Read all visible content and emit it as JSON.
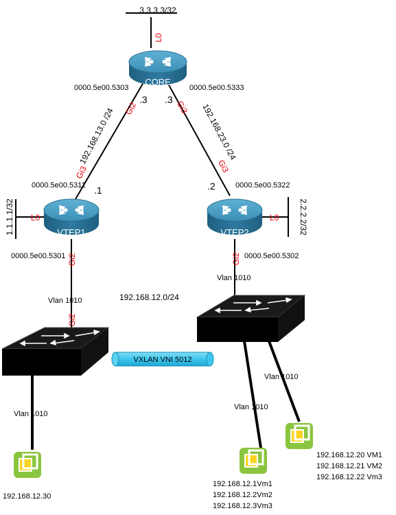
{
  "core": {
    "name": "CORE",
    "loopback_ip": "3.3.3.3/32",
    "loopback_if": "L0",
    "mac_left": "0000.5e00.5303",
    "mac_right": "0000.5e00.5333",
    "if_left": "Gi2",
    "if_right": "Gi3",
    "host_left": ".3",
    "host_right": ".3"
  },
  "links": {
    "left_subnet": "192.168.13.0 /24",
    "right_subnet": "192.168.23.0 /24",
    "lan_subnet": "192.168.12.0/24"
  },
  "vtep1": {
    "name": "VTEP1",
    "mac_top": "0000.5e00.5311",
    "mac_bottom": "0000.5e00.5301",
    "if_top": "Gi3",
    "if_bottom": "Gi2",
    "host": ".1",
    "loopback_if": "L0",
    "loopback_ip": "1.1.1.1/32"
  },
  "vtep2": {
    "name": "VTEP2",
    "mac_top": "0000.5e00.5322",
    "mac_bottom": "0000.5e00.5302",
    "if_top": "Gi3",
    "if_bottom": "Gi2",
    "host": ".2",
    "loopback_if": "L0",
    "loopback_ip": "2.2.2.2/32"
  },
  "switch1": {
    "vlan_uplink": "Vlan 1010",
    "uplink_if": "Gi2",
    "vlan_host": "Vlan 1010"
  },
  "switch2": {
    "vlan_uplink": "Vlan 1010",
    "vlan_host_a": "Vlan 1010",
    "vlan_host_b": "Vlan 1010"
  },
  "tunnel": {
    "label": "VXLAN VNI 5012"
  },
  "hosts": {
    "left": {
      "lines": [
        "192.168.12.30"
      ]
    },
    "mid": {
      "lines": [
        "192.168.12.1Vm1",
        "192.168.12.2Vm2",
        "192.168.12.3Vm3"
      ]
    },
    "right": {
      "lines": [
        "192.168.12.20 VM1",
        "192.168.12.21 VM2",
        "192.168.12.22 Vm3"
      ]
    }
  },
  "colors": {
    "router": "#3c8fb5",
    "interface_label": "#e8000b",
    "tunnel": "#3ec6ee",
    "vm_icon": "#8bc53f"
  }
}
